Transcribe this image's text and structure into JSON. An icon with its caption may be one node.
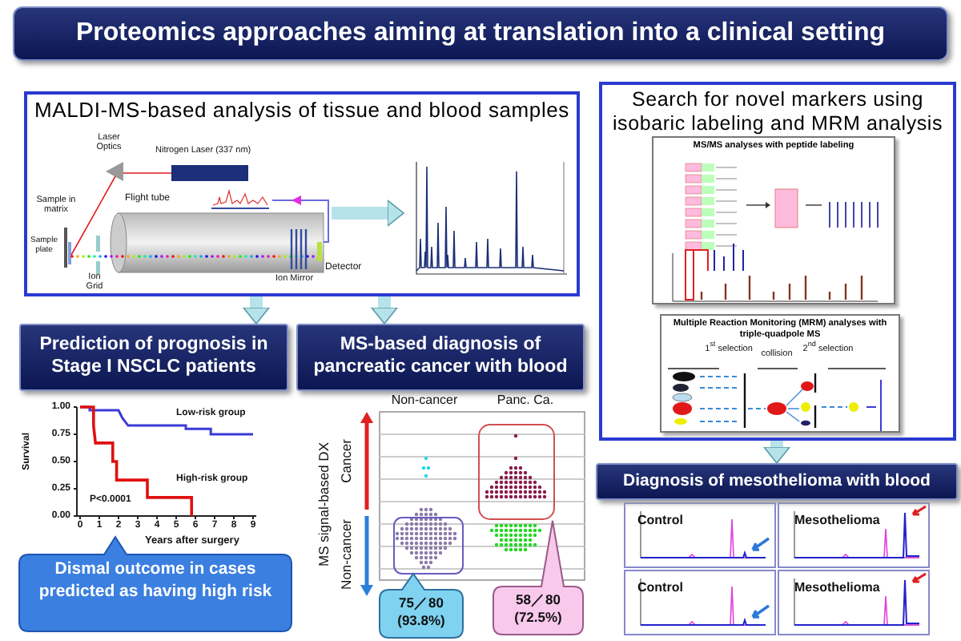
{
  "diagram": {
    "title": "Proteomics approaches aiming at translation into a clinical setting",
    "nodes": [
      {
        "text": [
          "MALDI-MS-based analysis of tissue and blood samples"
        ]
      },
      {
        "text": [],
        "shape": "picture",
        "in": 0
      },
      {
        "text": [],
        "shape": "picture",
        "in": 0
      },
      {
        "text": [
          "Prediction of prognosis in Stage I NSCLC patients"
        ]
      },
      {
        "text": [
          "MS-based diagnosis of pancreatic cancer with blood"
        ]
      },
      {
        "text": [
          "Dismal outcome in cases predicted as having high risk"
        ]
      },
      {
        "text": [
          "75／80 (93.8%)"
        ]
      },
      {
        "text": [
          "58／80 (72.5%)"
        ]
      },
      {
        "text": [
          "Search for novel markers using isobaric labeling and MRM analysis"
        ]
      },
      {
        "text": [
          "MS/MS analyses with peptide labeling"
        ],
        "in": 8
      },
      {
        "text": [
          "Multiple Reaction Monitoring (MRM) analyses with triple-quadpole MS"
        ],
        "in": 8
      },
      {
        "text": [
          "Diagnosis of mesothelioma with blood"
        ]
      }
    ],
    "edges": [
      {
        "from": 1,
        "to": 2,
        "arrow": "to"
      },
      {
        "from": 0,
        "to": 3,
        "arrow": "to"
      },
      {
        "from": 0,
        "to": 4,
        "arrow": "to"
      },
      {
        "from": 8,
        "to": 11,
        "arrow": "to"
      }
    ],
    "labels": [
      "Laser Optics",
      "Nitrogen Laser (337 nm)",
      "Flight tube",
      "Sample in matrix",
      "Sample plate",
      "Ion Grid",
      "Ion Mirror",
      "Detector",
      "1.00",
      "0.75",
      "0.50",
      "0.25",
      "0.00",
      "0",
      "1",
      "2",
      "3",
      "4",
      "5",
      "6",
      "7",
      "8",
      "9",
      "Survival",
      "Low-risk group",
      "High-risk group",
      "P<0.0001",
      "Years after surgery",
      "Non-cancer",
      "Panc. Ca.",
      "MS signal-based DX",
      "Cancer",
      "Non-cancer",
      "1$^{st}$ selection",
      "collision",
      "2$^{nd}$ selection",
      "Control",
      "Mesothelioma",
      "Control",
      "Mesothelioma"
    ]
  }
}
